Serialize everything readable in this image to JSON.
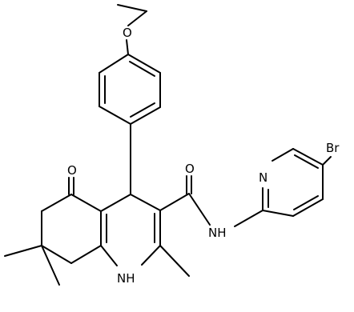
{
  "labels": {
    "o_ether": "O",
    "o_ketone": "O",
    "o_amide": "O",
    "nh_amide": "NH",
    "n_pyridine": "N",
    "br": "Br",
    "nh_ring": "NH"
  },
  "colors": {
    "bond": "#000000",
    "text": "#000000",
    "background": "#ffffff"
  }
}
